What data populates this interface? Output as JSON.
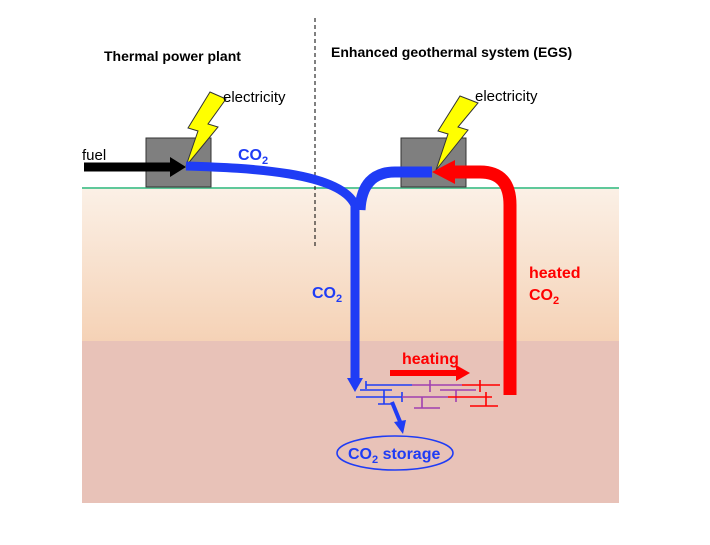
{
  "headings": {
    "left": "Thermal power plant",
    "right": "Enhanced geothermal system (EGS)"
  },
  "labels": {
    "fuel": "fuel",
    "electricity_left": "electricity",
    "electricity_right": "electricity",
    "co2_top": "CO",
    "co2_top_sub": "2",
    "co2_down": "CO",
    "co2_down_sub": "2",
    "heated_line1": "heated",
    "heated_line2": "CO",
    "heated_sub": "2",
    "heating": "heating",
    "storage_co": "CO",
    "storage_sub": "2",
    "storage_rest": " storage"
  },
  "colors": {
    "co2_flow": "#1f3cf5",
    "heated_flow": "#ff0000",
    "fuel": "#000000",
    "ground_line": "#5fc89a",
    "upper_ground_top": "#fbf0e6",
    "upper_ground_bottom": "#f5d2b6",
    "lower_ground": "#e8c2b8",
    "plant_box": "#7f7f7f",
    "lightning": "#ffff00",
    "fracture_mid": "#a040b0"
  },
  "icons": [
    "lightning-bolt-icon",
    "lightning-bolt-icon"
  ]
}
